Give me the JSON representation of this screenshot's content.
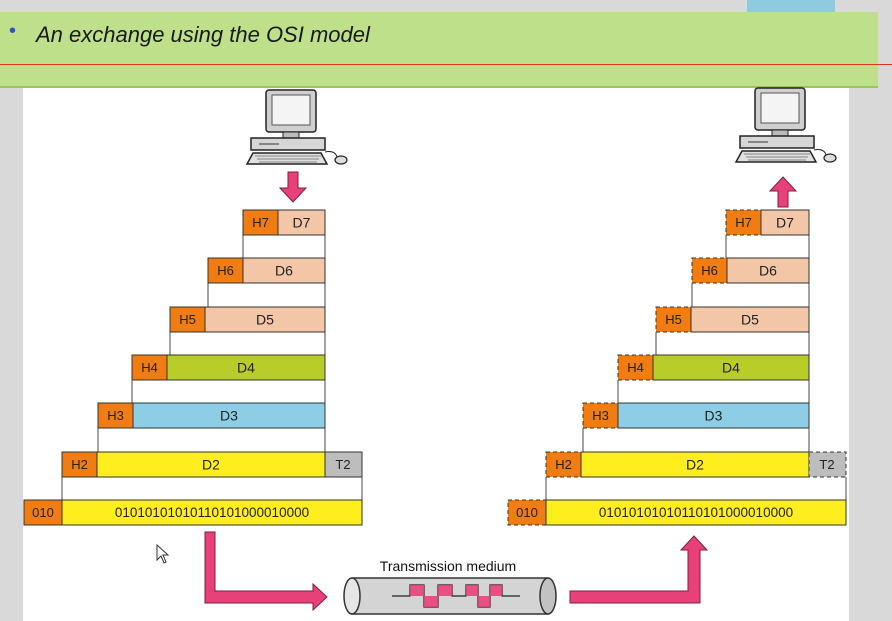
{
  "slide": {
    "bullet": "•",
    "title": "An exchange using the OSI model"
  },
  "diagram": {
    "layers": [
      {
        "header": "H7",
        "data": "D7",
        "data_color": "#f2c6a6"
      },
      {
        "header": "H6",
        "data": "D6",
        "data_color": "#f2c6a6"
      },
      {
        "header": "H5",
        "data": "D5",
        "data_color": "#f2c6a6"
      },
      {
        "header": "H4",
        "data": "D4",
        "data_color": "#b8cc2a"
      },
      {
        "header": "H3",
        "data": "D3",
        "data_color": "#8ecde6"
      },
      {
        "header": "H2",
        "data": "D2",
        "data_color": "#ffee1e"
      }
    ],
    "trailer": "T2",
    "bits_prefix": "010",
    "bits": "01010101010110101000010000",
    "medium_label": "Transmission medium",
    "colors": {
      "header": "#f07c12",
      "bitstream": "#ffee1e",
      "trailer": "#bdbdbd",
      "arrow": "#e8417a",
      "pipe": "#d4d4d4",
      "signal": "#e8417a"
    }
  }
}
